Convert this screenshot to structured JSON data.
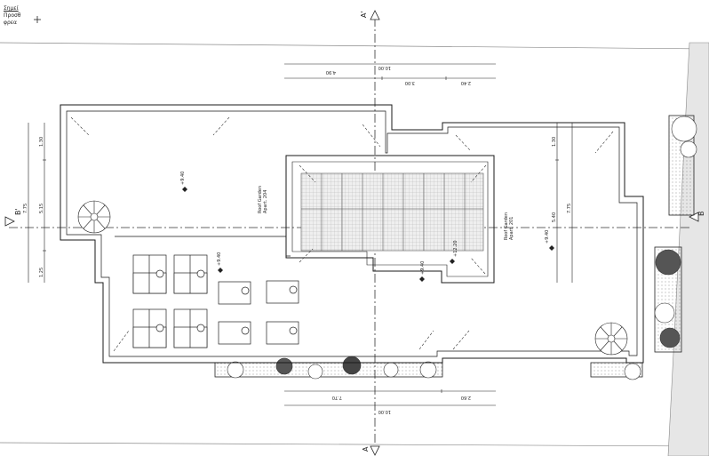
{
  "legend": {
    "line1": "Σημεί",
    "line2": "Προσθ",
    "line3": "φρεα"
  },
  "sections": {
    "a_top": "A'",
    "a_bottom": "A",
    "b_left": "B'",
    "b_right": "B"
  },
  "rooms": {
    "left": {
      "line1": "Roof Garden",
      "line2": "Apart. 204"
    },
    "right": {
      "line1": "Roof Garden",
      "line2": "Apart. 201"
    }
  },
  "levels": {
    "l1": "+9.40",
    "l2": "+9.40",
    "l3": "+9.40",
    "l4": "+12.20",
    "l5": "+9.40"
  },
  "dims_top": {
    "total": "10.00",
    "a": "4.90",
    "b": "3.00",
    "c": "2.40"
  },
  "dims_bottom": {
    "total": "10.00",
    "a": "7.70",
    "b": "2.60"
  },
  "dims_left": {
    "total": "7.75",
    "a": "1.30",
    "b": "5.15",
    "c": "1.25"
  },
  "dims_right": {
    "total": "7.75",
    "a": "1.30",
    "b": "5.40"
  },
  "colors": {
    "line": "#1a1a1a",
    "light": "#8a8a8a",
    "hatch": "#bbbbbb",
    "paving": "#e0e0e0",
    "road": "#e6e6e6"
  }
}
